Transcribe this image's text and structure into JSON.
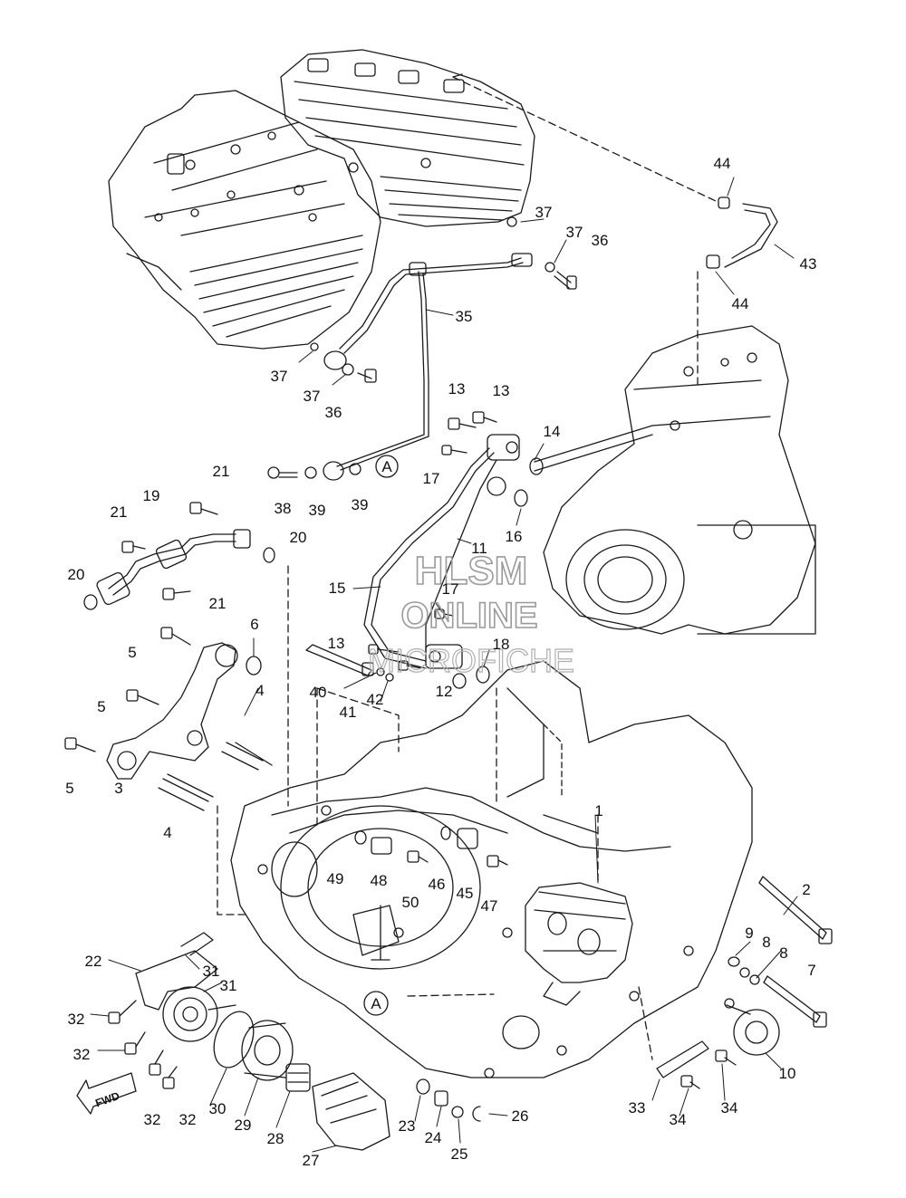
{
  "watermark": {
    "line1": "HLSM",
    "line2": "ONLINE",
    "line3": "MICROFICHE"
  },
  "fwd_label": "FWD",
  "reference_marker": "A",
  "callouts": [
    "44",
    "43",
    "44",
    "37",
    "37",
    "36",
    "35",
    "37",
    "37",
    "36",
    "13",
    "13",
    "14",
    "17",
    "16",
    "38",
    "39",
    "39",
    "21",
    "19",
    "21",
    "20",
    "20",
    "21",
    "11",
    "15",
    "17",
    "13",
    "18",
    "6",
    "5",
    "5",
    "4",
    "5",
    "3",
    "4",
    "40",
    "41",
    "42",
    "12",
    "1",
    "2",
    "49",
    "48",
    "50",
    "46",
    "45",
    "47",
    "9",
    "8",
    "8",
    "7",
    "22",
    "31",
    "31",
    "32",
    "32",
    "32",
    "32",
    "30",
    "29",
    "28",
    "27",
    "23",
    "24",
    "25",
    "26",
    "10",
    "33",
    "34",
    "34"
  ],
  "colors": {
    "line": "#1a1a1a",
    "background": "#ffffff",
    "watermark": "#9a9a9a"
  }
}
